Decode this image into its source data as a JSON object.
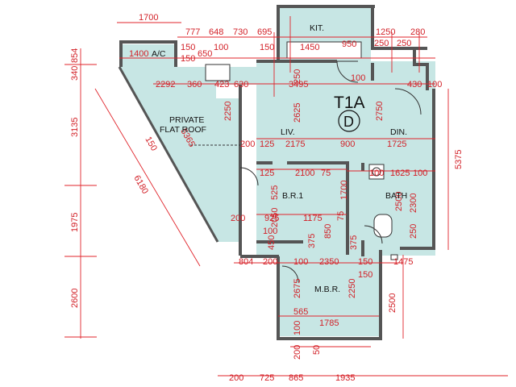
{
  "unit": {
    "type": "T1A",
    "variant": "D"
  },
  "rooms": {
    "kitchen": "KIT.",
    "ac": "A/C",
    "private_roof_1": "PRIVATE",
    "private_roof_2": "FLAT ROOF",
    "living": "LIV.",
    "dining": "DIN.",
    "bedroom": "B.R.1",
    "bath": "BATH",
    "master_bedroom": "M.B.R."
  },
  "labels": {
    "top": [
      "1700",
      "777",
      "648",
      "730",
      "695",
      "1250",
      "280",
      "250",
      "250"
    ],
    "ac_zone": [
      "1400",
      "150",
      "150",
      "650",
      "100",
      "150",
      "1450",
      "950",
      "2292",
      "360",
      "423",
      "630",
      "3495",
      "430",
      "100",
      "100"
    ],
    "left_side": [
      "854",
      "340",
      "3135",
      "1975",
      "2600"
    ],
    "diagonal": [
      "6180",
      "150",
      "5365"
    ],
    "center": [
      "2250",
      "250",
      "2625",
      "2750",
      "200",
      "125",
      "2175",
      "900",
      "1725",
      "125",
      "2100",
      "75",
      "100",
      "1625",
      "100",
      "525",
      "1700",
      "2050",
      "1175",
      "925",
      "75",
      "375",
      "2500",
      "250",
      "2300",
      "850",
      "375",
      "450",
      "100",
      "200",
      "804",
      "200",
      "100",
      "2350",
      "150",
      "1475",
      "150",
      "2675",
      "2250",
      "2500",
      "565",
      "1785",
      "100",
      "200",
      "50",
      "5375"
    ],
    "bottom": [
      "200",
      "725",
      "865",
      "1935"
    ]
  }
}
